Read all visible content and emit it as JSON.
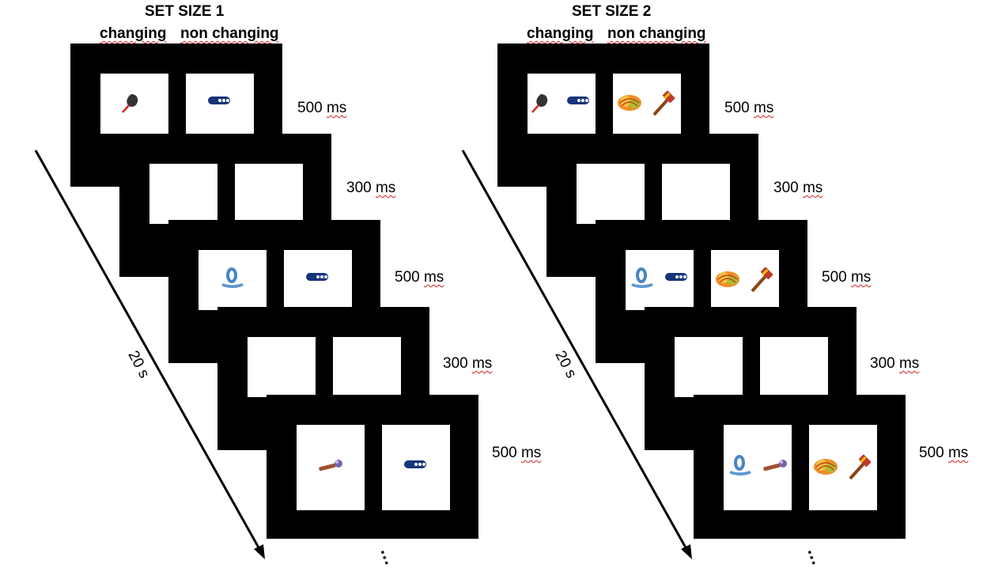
{
  "panels": [
    {
      "title": "SET SIZE 1",
      "changing_label": "changing",
      "non_changing_label": "non changing",
      "duration_label": "20 s",
      "continuation": "...",
      "frames": [
        {
          "time": "500",
          "unit": "ms",
          "left": [
            "fan"
          ],
          "right": [
            "capsule"
          ]
        },
        {
          "time": "300",
          "unit": "ms",
          "left": [],
          "right": []
        },
        {
          "time": "500",
          "unit": "ms",
          "left": [
            "ring"
          ],
          "right": [
            "capsule"
          ]
        },
        {
          "time": "300",
          "unit": "ms",
          "left": [],
          "right": []
        },
        {
          "time": "500",
          "unit": "ms",
          "left": [
            "mallet"
          ],
          "right": [
            "capsule"
          ]
        }
      ]
    },
    {
      "title": "SET SIZE 2",
      "changing_label": "changing",
      "non_changing_label": "non changing",
      "duration_label": "20 s",
      "continuation": "...",
      "frames": [
        {
          "time": "500",
          "unit": "ms",
          "left": [
            "fan",
            "capsule"
          ],
          "right": [
            "slinky",
            "hammer"
          ]
        },
        {
          "time": "300",
          "unit": "ms",
          "left": [],
          "right": []
        },
        {
          "time": "500",
          "unit": "ms",
          "left": [
            "ring",
            "capsule"
          ],
          "right": [
            "slinky",
            "hammer"
          ]
        },
        {
          "time": "300",
          "unit": "ms",
          "left": [],
          "right": []
        },
        {
          "time": "500",
          "unit": "ms",
          "left": [
            "ring",
            "mallet"
          ],
          "right": [
            "slinky",
            "hammer"
          ]
        }
      ]
    }
  ],
  "icons": {
    "fan": "hand-fan-icon",
    "capsule": "blue-capsule-icon",
    "ring": "blue-ring-icon",
    "mallet": "mallet-icon",
    "slinky": "slinky-icon",
    "hammer": "hammer-icon"
  },
  "colors": {
    "frame": "#000000",
    "window": "#ffffff",
    "spellcheck_underline": "#d21f1f"
  }
}
